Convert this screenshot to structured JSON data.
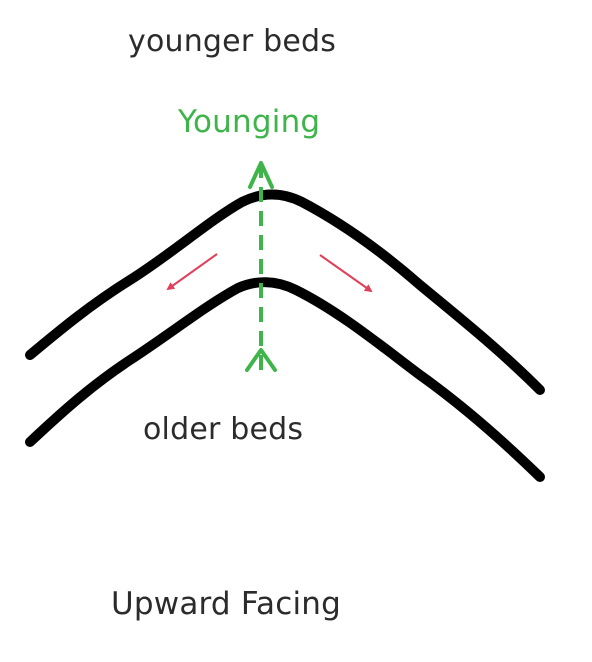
{
  "diagram": {
    "labels": {
      "top": "younger beds",
      "direction": "Younging",
      "bottom": "older beds",
      "caption": "Upward Facing"
    },
    "colors": {
      "text": "#2b2b2b",
      "beds": "#000000",
      "younging": "#3fb44a",
      "slip_arrows": "#e0405a"
    },
    "icons": {
      "younging_arrow": "dashed-arrow-up",
      "slip_arrows": "arrow"
    }
  }
}
